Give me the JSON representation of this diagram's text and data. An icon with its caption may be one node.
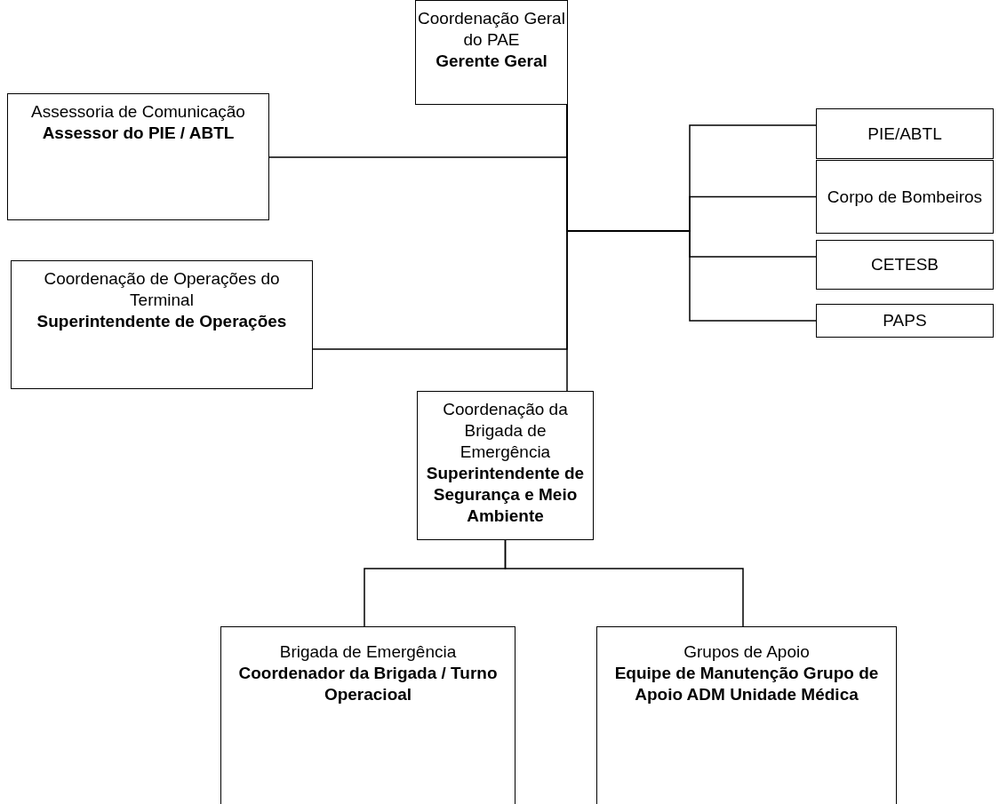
{
  "diagram": {
    "nodes": [
      {
        "text": [
          "Coordenação Geral do PAE",
          "Gerente Geral"
        ]
      },
      {
        "text": [
          "Assessoria de Comunicação",
          "Assessor do PIE / ABTL"
        ]
      },
      {
        "text": [
          "Coordenação de Operações do Terminal",
          "Superintendente de Operações"
        ]
      },
      {
        "text": [
          "PIE/ABTL"
        ]
      },
      {
        "text": [
          "Corpo de Bombeiros"
        ]
      },
      {
        "text": [
          "CETESB"
        ]
      },
      {
        "text": [
          "PAPS"
        ]
      },
      {
        "text": [
          "Coordenação da Brigada de Emergência",
          "Superintendente de Segurança e Meio Ambiente"
        ]
      },
      {
        "text": [
          "Brigada de Emergência",
          "Coordenador da Brigada / Turno Operacioal"
        ]
      },
      {
        "text": [
          "Grupos de Apoio",
          "Equipe de Manutenção Grupo de Apoio ADM Unidade Médica"
        ]
      }
    ],
    "edges": [
      {
        "from": 0,
        "to": 1,
        "arrow": "none"
      },
      {
        "from": 0,
        "to": 2,
        "arrow": "none"
      },
      {
        "from": 0,
        "to": 3,
        "arrow": "none"
      },
      {
        "from": 0,
        "to": 4,
        "arrow": "none"
      },
      {
        "from": 0,
        "to": 5,
        "arrow": "none"
      },
      {
        "from": 0,
        "to": 6,
        "arrow": "none"
      },
      {
        "from": 0,
        "to": 7,
        "arrow": "none"
      },
      {
        "from": 7,
        "to": 8,
        "arrow": "none"
      },
      {
        "from": 7,
        "to": 9,
        "arrow": "none"
      }
    ]
  }
}
